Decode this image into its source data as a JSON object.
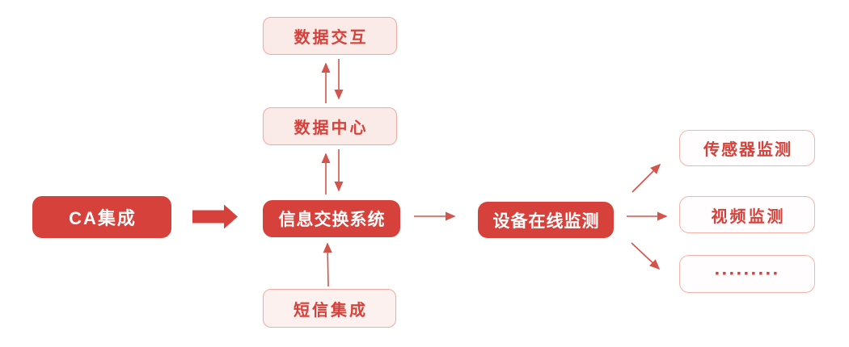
{
  "colors": {
    "accent": "#d6423b",
    "arrow": "#d2544c",
    "pink-fill": "#fbebe8",
    "pink-border": "#f2a9a1",
    "pale-fill": "#fffdfd",
    "pale-border": "#f5b3ac",
    "sms-fill": "#fcf1ee"
  },
  "nodes": {
    "ca": "CA集成",
    "data_interaction": "数据交互",
    "data_center": "数据中心",
    "info_exchange": "信息交换系统",
    "sms": "短信集成",
    "device_monitor": "设备在线监测",
    "sensor_monitor": "传感器监测",
    "video_monitor": "视频监测",
    "more": "·········"
  },
  "edges": [
    {
      "from": "CA集成",
      "to": "信息交换系统",
      "style": "block-arrow"
    },
    {
      "from": "数据交互",
      "to": "数据中心",
      "style": "bidirectional"
    },
    {
      "from": "数据中心",
      "to": "信息交换系统",
      "style": "bidirectional"
    },
    {
      "from": "短信集成",
      "to": "信息交换系统",
      "style": "arrow-up"
    },
    {
      "from": "信息交换系统",
      "to": "设备在线监测",
      "style": "arrow-right"
    },
    {
      "from": "设备在线监测",
      "to": "传感器监测",
      "style": "arrow-diagonal-up"
    },
    {
      "from": "设备在线监测",
      "to": "视频监测",
      "style": "arrow-right"
    },
    {
      "from": "设备在线监测",
      "to": "·········",
      "style": "arrow-diagonal-down"
    }
  ]
}
